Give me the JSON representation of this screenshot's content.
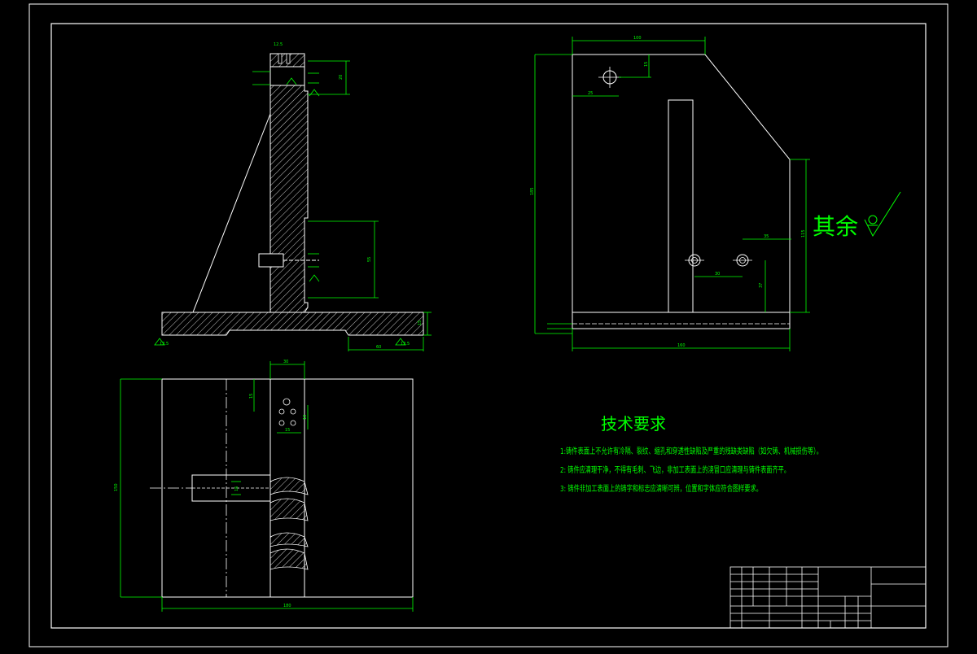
{
  "drawing": {
    "surface_finish_note": "其余",
    "tech_requirements": {
      "title": "技术要求",
      "items": [
        "1:铸件表面上不允许有冷隔、裂纹、缩孔和穿透性缺陷及严重的残缺类缺陷（如欠铸、机械损伤等）。",
        "2: 铸件应清理干净，不得有毛刺、飞边，非加工表面上的浇冒口应清理与铸件表面齐平。",
        "3: 铸件非加工表面上的铸字和标志应清晰可辨，位置和字体应符合图样要求。"
      ]
    }
  },
  "colors": {
    "background": "#000000",
    "outline": "#ffffff",
    "dimension": "#00ff00",
    "frame": "#ffffff"
  }
}
